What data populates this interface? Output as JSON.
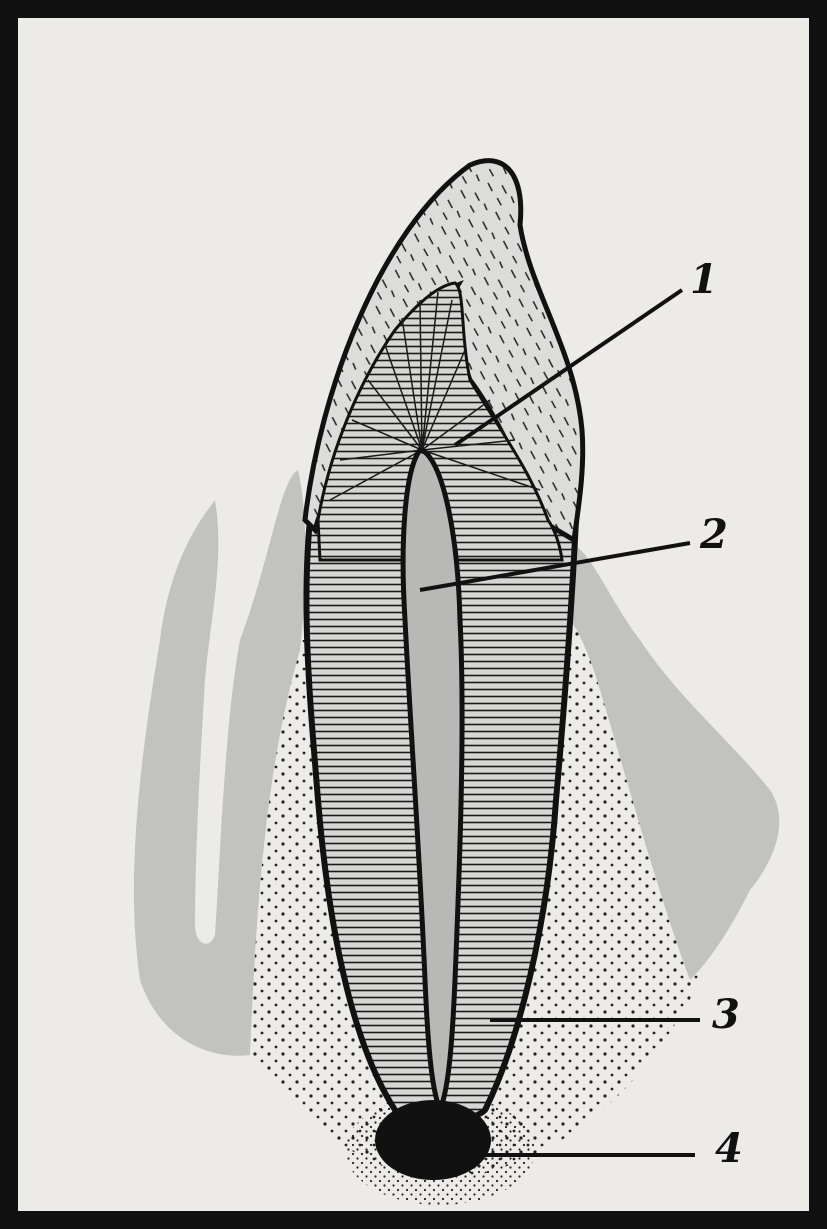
{
  "figure": {
    "colors": {
      "frame": "#111111",
      "paper": "#ecebe8",
      "gum_tissue": "#c2c2c0",
      "pulp": "#b8b8b6",
      "ink": "#141414"
    },
    "labels": [
      {
        "id": "1",
        "text": "1"
      },
      {
        "id": "2",
        "text": "2"
      },
      {
        "id": "3",
        "text": "3"
      },
      {
        "id": "4",
        "text": "4"
      }
    ]
  }
}
